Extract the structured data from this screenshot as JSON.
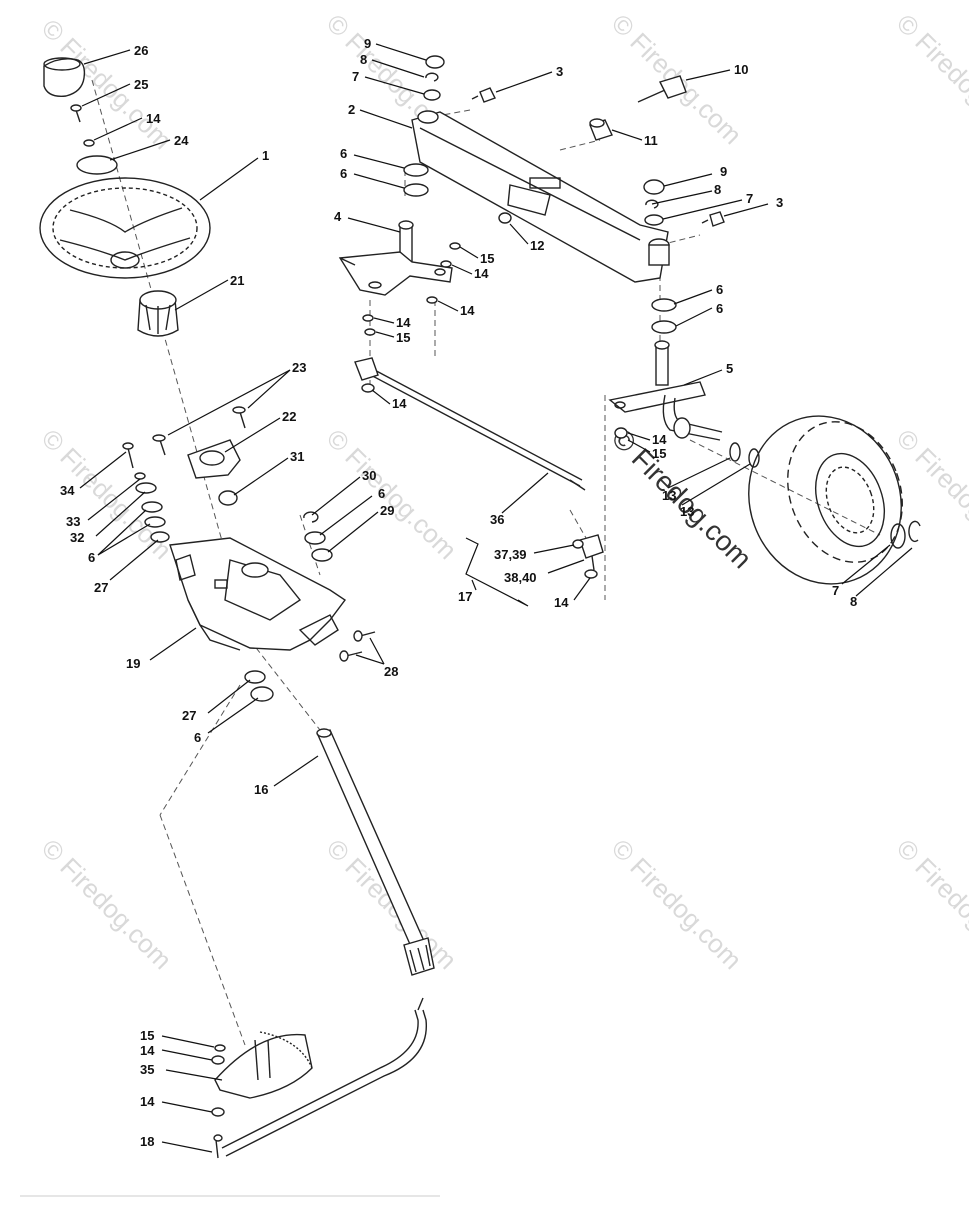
{
  "watermark": {
    "text": "© Firedog.com",
    "prominent": "© Firedog.com"
  },
  "callouts": [
    {
      "id": "c26",
      "label": "26"
    },
    {
      "id": "c25",
      "label": "25"
    },
    {
      "id": "c14a",
      "label": "14"
    },
    {
      "id": "c24",
      "label": "24"
    },
    {
      "id": "c1",
      "label": "1"
    },
    {
      "id": "c21",
      "label": "21"
    },
    {
      "id": "c23",
      "label": "23"
    },
    {
      "id": "c22",
      "label": "22"
    },
    {
      "id": "c31",
      "label": "31"
    },
    {
      "id": "c34",
      "label": "34"
    },
    {
      "id": "c33",
      "label": "33"
    },
    {
      "id": "c32",
      "label": "32"
    },
    {
      "id": "c6a",
      "label": "6"
    },
    {
      "id": "c27a",
      "label": "27"
    },
    {
      "id": "c30",
      "label": "30"
    },
    {
      "id": "c6b",
      "label": "6"
    },
    {
      "id": "c29",
      "label": "29"
    },
    {
      "id": "c19",
      "label": "19"
    },
    {
      "id": "c28",
      "label": "28"
    },
    {
      "id": "c27b",
      "label": "27"
    },
    {
      "id": "c6c",
      "label": "6"
    },
    {
      "id": "c16",
      "label": "16"
    },
    {
      "id": "c15a",
      "label": "15"
    },
    {
      "id": "c14b",
      "label": "14"
    },
    {
      "id": "c35",
      "label": "35"
    },
    {
      "id": "c14c",
      "label": "14"
    },
    {
      "id": "c18",
      "label": "18"
    },
    {
      "id": "c9a",
      "label": "9"
    },
    {
      "id": "c8a",
      "label": "8"
    },
    {
      "id": "c7a",
      "label": "7"
    },
    {
      "id": "c3a",
      "label": "3"
    },
    {
      "id": "c10",
      "label": "10"
    },
    {
      "id": "c2",
      "label": "2"
    },
    {
      "id": "c11",
      "label": "11"
    },
    {
      "id": "c6d",
      "label": "6"
    },
    {
      "id": "c6e",
      "label": "6"
    },
    {
      "id": "c9b",
      "label": "9"
    },
    {
      "id": "c8b",
      "label": "8"
    },
    {
      "id": "c7b",
      "label": "7"
    },
    {
      "id": "c3b",
      "label": "3"
    },
    {
      "id": "c12",
      "label": "12"
    },
    {
      "id": "c4",
      "label": "4"
    },
    {
      "id": "c15b",
      "label": "15"
    },
    {
      "id": "c14d",
      "label": "14"
    },
    {
      "id": "c14e",
      "label": "14"
    },
    {
      "id": "c14f",
      "label": "14"
    },
    {
      "id": "c15c",
      "label": "15"
    },
    {
      "id": "c14g",
      "label": "14"
    },
    {
      "id": "c6f",
      "label": "6"
    },
    {
      "id": "c6g",
      "label": "6"
    },
    {
      "id": "c5",
      "label": "5"
    },
    {
      "id": "c14h",
      "label": "14"
    },
    {
      "id": "c15d",
      "label": "15"
    },
    {
      "id": "c13a",
      "label": "13"
    },
    {
      "id": "c13b",
      "label": "13"
    },
    {
      "id": "c36",
      "label": "36"
    },
    {
      "id": "c3739",
      "label": "37,39"
    },
    {
      "id": "c3840",
      "label": "38,40"
    },
    {
      "id": "c17",
      "label": "17"
    },
    {
      "id": "c14i",
      "label": "14"
    },
    {
      "id": "c7c",
      "label": "7"
    },
    {
      "id": "c8c",
      "label": "8"
    }
  ]
}
